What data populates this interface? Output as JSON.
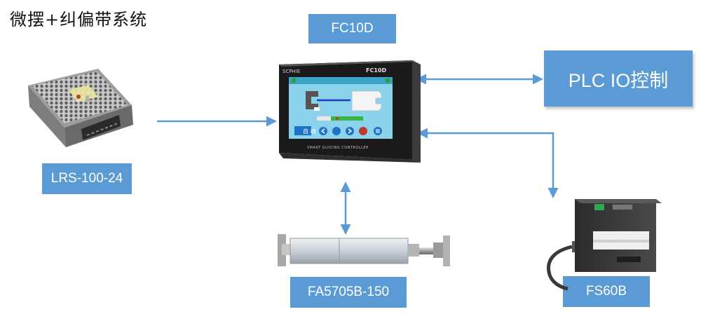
{
  "title": "微摆+纠偏带系统",
  "labels": {
    "controller": "FC10D",
    "power_supply": "LRS-100-24",
    "plc": "PLC IO控制",
    "actuator": "FA5705B-150",
    "sensor": "FS60B"
  },
  "controller_device": {
    "brand": "SCPHIE",
    "model_mark": "FC10D",
    "footer": "SMART GUIDING CONTROLLER",
    "mode_text": "自 动"
  },
  "colors": {
    "label_bg": "#5b9bd5",
    "arrow": "#5b9bd5",
    "screen_bg": "#8ad3ea",
    "screen_header": "#3aa5c8"
  }
}
